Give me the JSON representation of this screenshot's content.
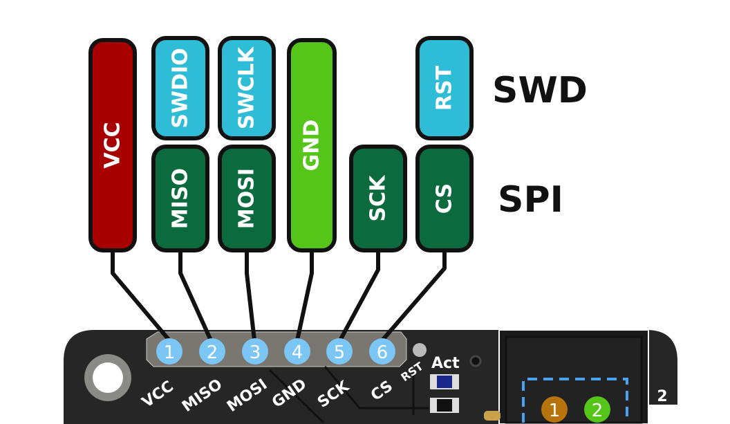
{
  "colors": {
    "vcc": "#a80000",
    "swd": "#2fbcd6",
    "spi": "#0b6b3f",
    "gnd": "#55c51a",
    "pin": "#7cc6f5",
    "board": "#262626"
  },
  "groups": {
    "swd": "SWD",
    "spi": "SPI"
  },
  "pills": {
    "vcc": "VCC",
    "swdio": "SWDIO",
    "swclk": "SWCLK",
    "gnd": "GND",
    "rst": "RST",
    "miso": "MISO",
    "mosi": "MOSI",
    "sck": "SCK",
    "cs": "CS"
  },
  "pins": [
    "1",
    "2",
    "3",
    "4",
    "5",
    "6"
  ],
  "silk": {
    "vcc": "VCC",
    "miso": "MISO",
    "mosi": "MOSI",
    "gnd": "GND",
    "sck": "SCK",
    "cs": "CS",
    "rst": "RST",
    "act": "Act",
    "two": "2"
  },
  "connector": {
    "p1": "1",
    "p2": "2"
  }
}
